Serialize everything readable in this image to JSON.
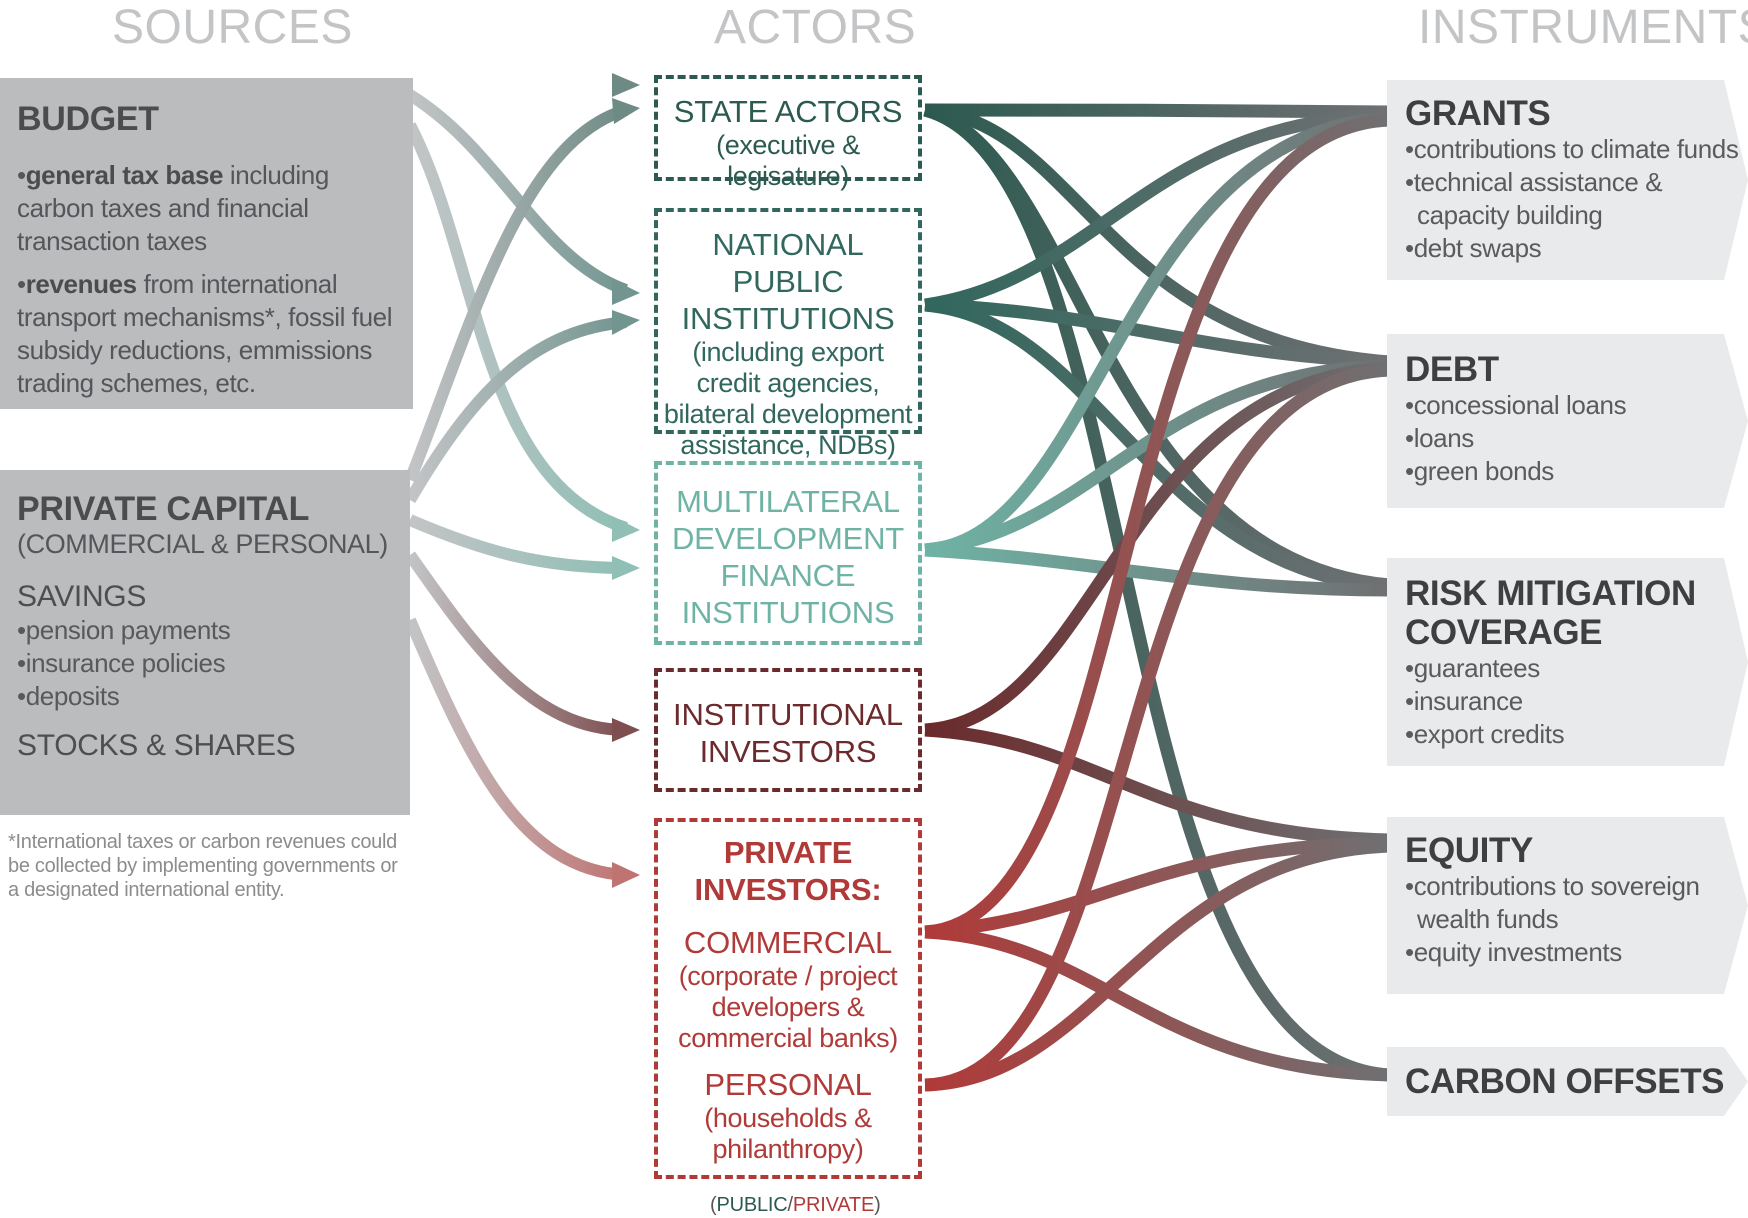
{
  "headers": {
    "sources": "SOURCES",
    "actors": "ACTORS",
    "instruments": "INSTRUMENTS"
  },
  "sources": {
    "budget": {
      "title": "BUDGET",
      "item1_bold": "general tax base",
      "item1_rest": " including carbon taxes and financial transaction taxes",
      "item2_bold": "revenues",
      "item2_rest": " from international transport mechanisms*, fossil fuel subsidy reductions, emmissions trading schemes, etc."
    },
    "private": {
      "title": "PRIVATE CAPITAL",
      "subtitle": "(COMMERCIAL & PERSONAL)",
      "savings": "SAVINGS",
      "savings_items": [
        "pension payments",
        "insurance policies",
        "deposits"
      ],
      "stocks": "STOCKS & SHARES"
    },
    "footnote": "*International taxes or carbon revenues could be collected by implementing governments or a designated international entity."
  },
  "actors": {
    "state": {
      "title": "STATE ACTORS",
      "sub": "(executive & legisature)"
    },
    "national": {
      "title": "NATIONAL PUBLIC INSTITUTIONS",
      "sub": "(including export credit agencies, bilateral development assistance, NDBs)"
    },
    "multilateral": {
      "title": "MULTILATERAL DEVELOPMENT FINANCE INSTITUTIONS"
    },
    "institutional": {
      "title": "INSTITUTIONAL INVESTORS"
    },
    "private": {
      "title": "PRIVATE INVESTORS:",
      "commercial": "COMMERCIAL",
      "commercial_sub": "(corporate / project developers & commercial banks)",
      "personal": "PERSONAL",
      "personal_sub": "(households & philanthropy)"
    },
    "legend_open": "(",
    "legend_public": "PUBLIC",
    "legend_slash": "/",
    "legend_private": "PRIVATE",
    "legend_close": ")",
    "legend_public_color": "#2c5a50",
    "legend_private_color": "#b03a38"
  },
  "instruments": {
    "grants": {
      "title": "GRANTS",
      "items": [
        "contributions to climate funds",
        "technical assistance &",
        "capacity building",
        "debt swaps"
      ]
    },
    "debt": {
      "title": "DEBT",
      "items": [
        "concessional loans",
        "loans",
        "green bonds"
      ]
    },
    "risk": {
      "title": "RISK MITIGATION",
      "title2": "COVERAGE",
      "items": [
        "guarantees",
        "insurance",
        "export credits"
      ]
    },
    "equity": {
      "title": "EQUITY",
      "items": [
        "contributions to sovereign",
        "wealth funds",
        "equity investments"
      ]
    },
    "offsets": {
      "title": "CARBON OFFSETS"
    }
  },
  "colors": {
    "source_flow": "#c3c4c6",
    "state": "#2c5a50",
    "national": "#31675d",
    "multilateral": "#6fb3a5",
    "institutional": "#6b2a2c",
    "private": "#b03a38",
    "instrument_end": "#6f7072"
  },
  "links": {
    "sources_to_actors": [
      [
        "budget",
        "state"
      ],
      [
        "budget",
        "national"
      ],
      [
        "budget",
        "multilateral"
      ],
      [
        "private",
        "state"
      ],
      [
        "private",
        "national"
      ],
      [
        "private",
        "multilateral"
      ],
      [
        "private",
        "institutional"
      ],
      [
        "private",
        "private"
      ]
    ],
    "actors_to_instruments": [
      [
        "state",
        "grants"
      ],
      [
        "state",
        "debt"
      ],
      [
        "state",
        "risk"
      ],
      [
        "state",
        "carbon_offsets"
      ],
      [
        "national",
        "grants"
      ],
      [
        "national",
        "debt"
      ],
      [
        "national",
        "risk"
      ],
      [
        "multilateral",
        "grants"
      ],
      [
        "multilateral",
        "debt"
      ],
      [
        "multilateral",
        "risk"
      ],
      [
        "institutional",
        "debt"
      ],
      [
        "institutional",
        "equity"
      ],
      [
        "commercial",
        "grants"
      ],
      [
        "commercial",
        "equity"
      ],
      [
        "commercial",
        "carbon_offsets"
      ],
      [
        "personal",
        "debt"
      ],
      [
        "personal",
        "equity"
      ]
    ]
  }
}
